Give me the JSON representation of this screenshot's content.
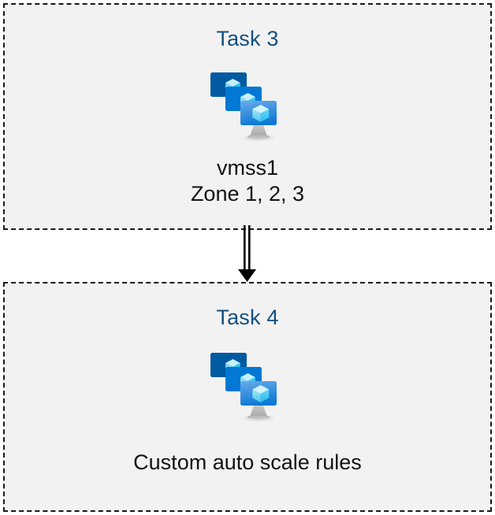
{
  "diagram": {
    "type": "flow",
    "background_color": "#ffffff",
    "node_fill_color": "#f2f2f2",
    "node_border_color": "#1a1a1a",
    "node_border_style": "dashed",
    "title_color": "#11507f",
    "caption_color": "#121212",
    "nodes": [
      {
        "id": "task-3",
        "title": "Task 3",
        "icon": "virtual-machine-scale-set-icon",
        "caption_lines": [
          "vmss1",
          "Zone 1, 2, 3"
        ]
      },
      {
        "id": "task-4",
        "title": "Task 4",
        "icon": "virtual-machine-scale-set-icon",
        "caption_lines": [
          "Custom auto scale rules"
        ]
      }
    ],
    "connectors": [
      {
        "id": "task3-to-task4",
        "from": "task-3",
        "to": "task-4",
        "style": "double-line-arrow",
        "direction": "down",
        "color": "#000000"
      }
    ],
    "icon_palette": {
      "monitor_back": "#005ba1",
      "monitor_middle": "#0078d4",
      "monitor_front_top": "#63a6e8",
      "monitor_front_bottom": "#0f7cd4",
      "cube_light": "#c3f1fb",
      "cube_mid": "#8fdcf5",
      "cube_dark": "#32c5f4",
      "stand": "#b3b3b3"
    }
  }
}
